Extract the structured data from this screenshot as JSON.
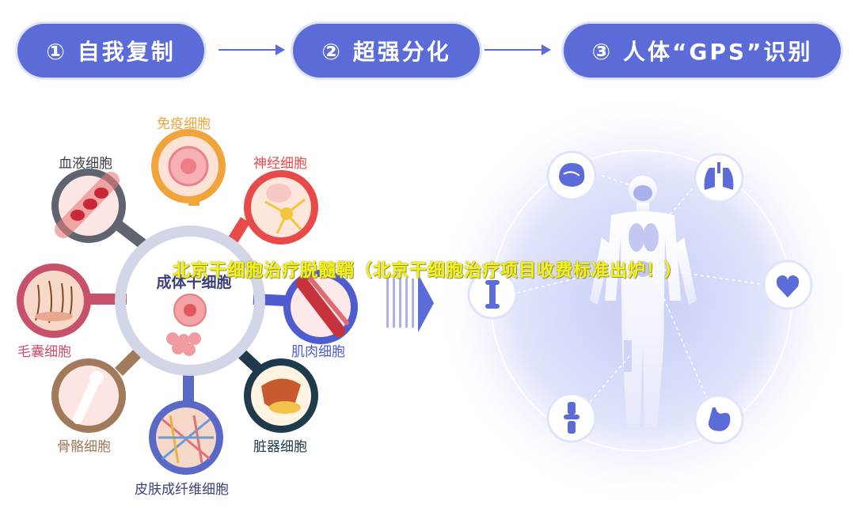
{
  "steps": [
    {
      "label": "① 自我复制"
    },
    {
      "label": "② 超强分化"
    },
    {
      "label": "③ 人体“GPS”识别"
    }
  ],
  "center": {
    "title": "成体干细胞"
  },
  "cells": [
    {
      "label": "免疫细胞",
      "color": "#f0a43a"
    },
    {
      "label": "神经细胞",
      "color": "#e84a4a"
    },
    {
      "label": "肌肉细胞",
      "color": "#4e5cd0"
    },
    {
      "label": "脏器细胞",
      "color": "#1f3a4a"
    },
    {
      "label": "皮肤成纤维细胞",
      "color": "#5a68c8"
    },
    {
      "label": "骨骼细胞",
      "color": "#a07a5a"
    },
    {
      "label": "毛囊细胞",
      "color": "#c8506a"
    },
    {
      "label": "血液细胞",
      "color": "#5f6470"
    }
  ],
  "organ_icons": [
    "brain-icon",
    "lungs-icon",
    "heart-icon",
    "stomach-icon",
    "knee-joint-icon",
    "bone-icon"
  ],
  "overlay_text": "北京干细胞治疗脱髓鞘（北京干细胞治疗项目收费标准出炉！）",
  "colors": {
    "accent": "#5b6cd9",
    "overlay": "#f5f21a"
  }
}
